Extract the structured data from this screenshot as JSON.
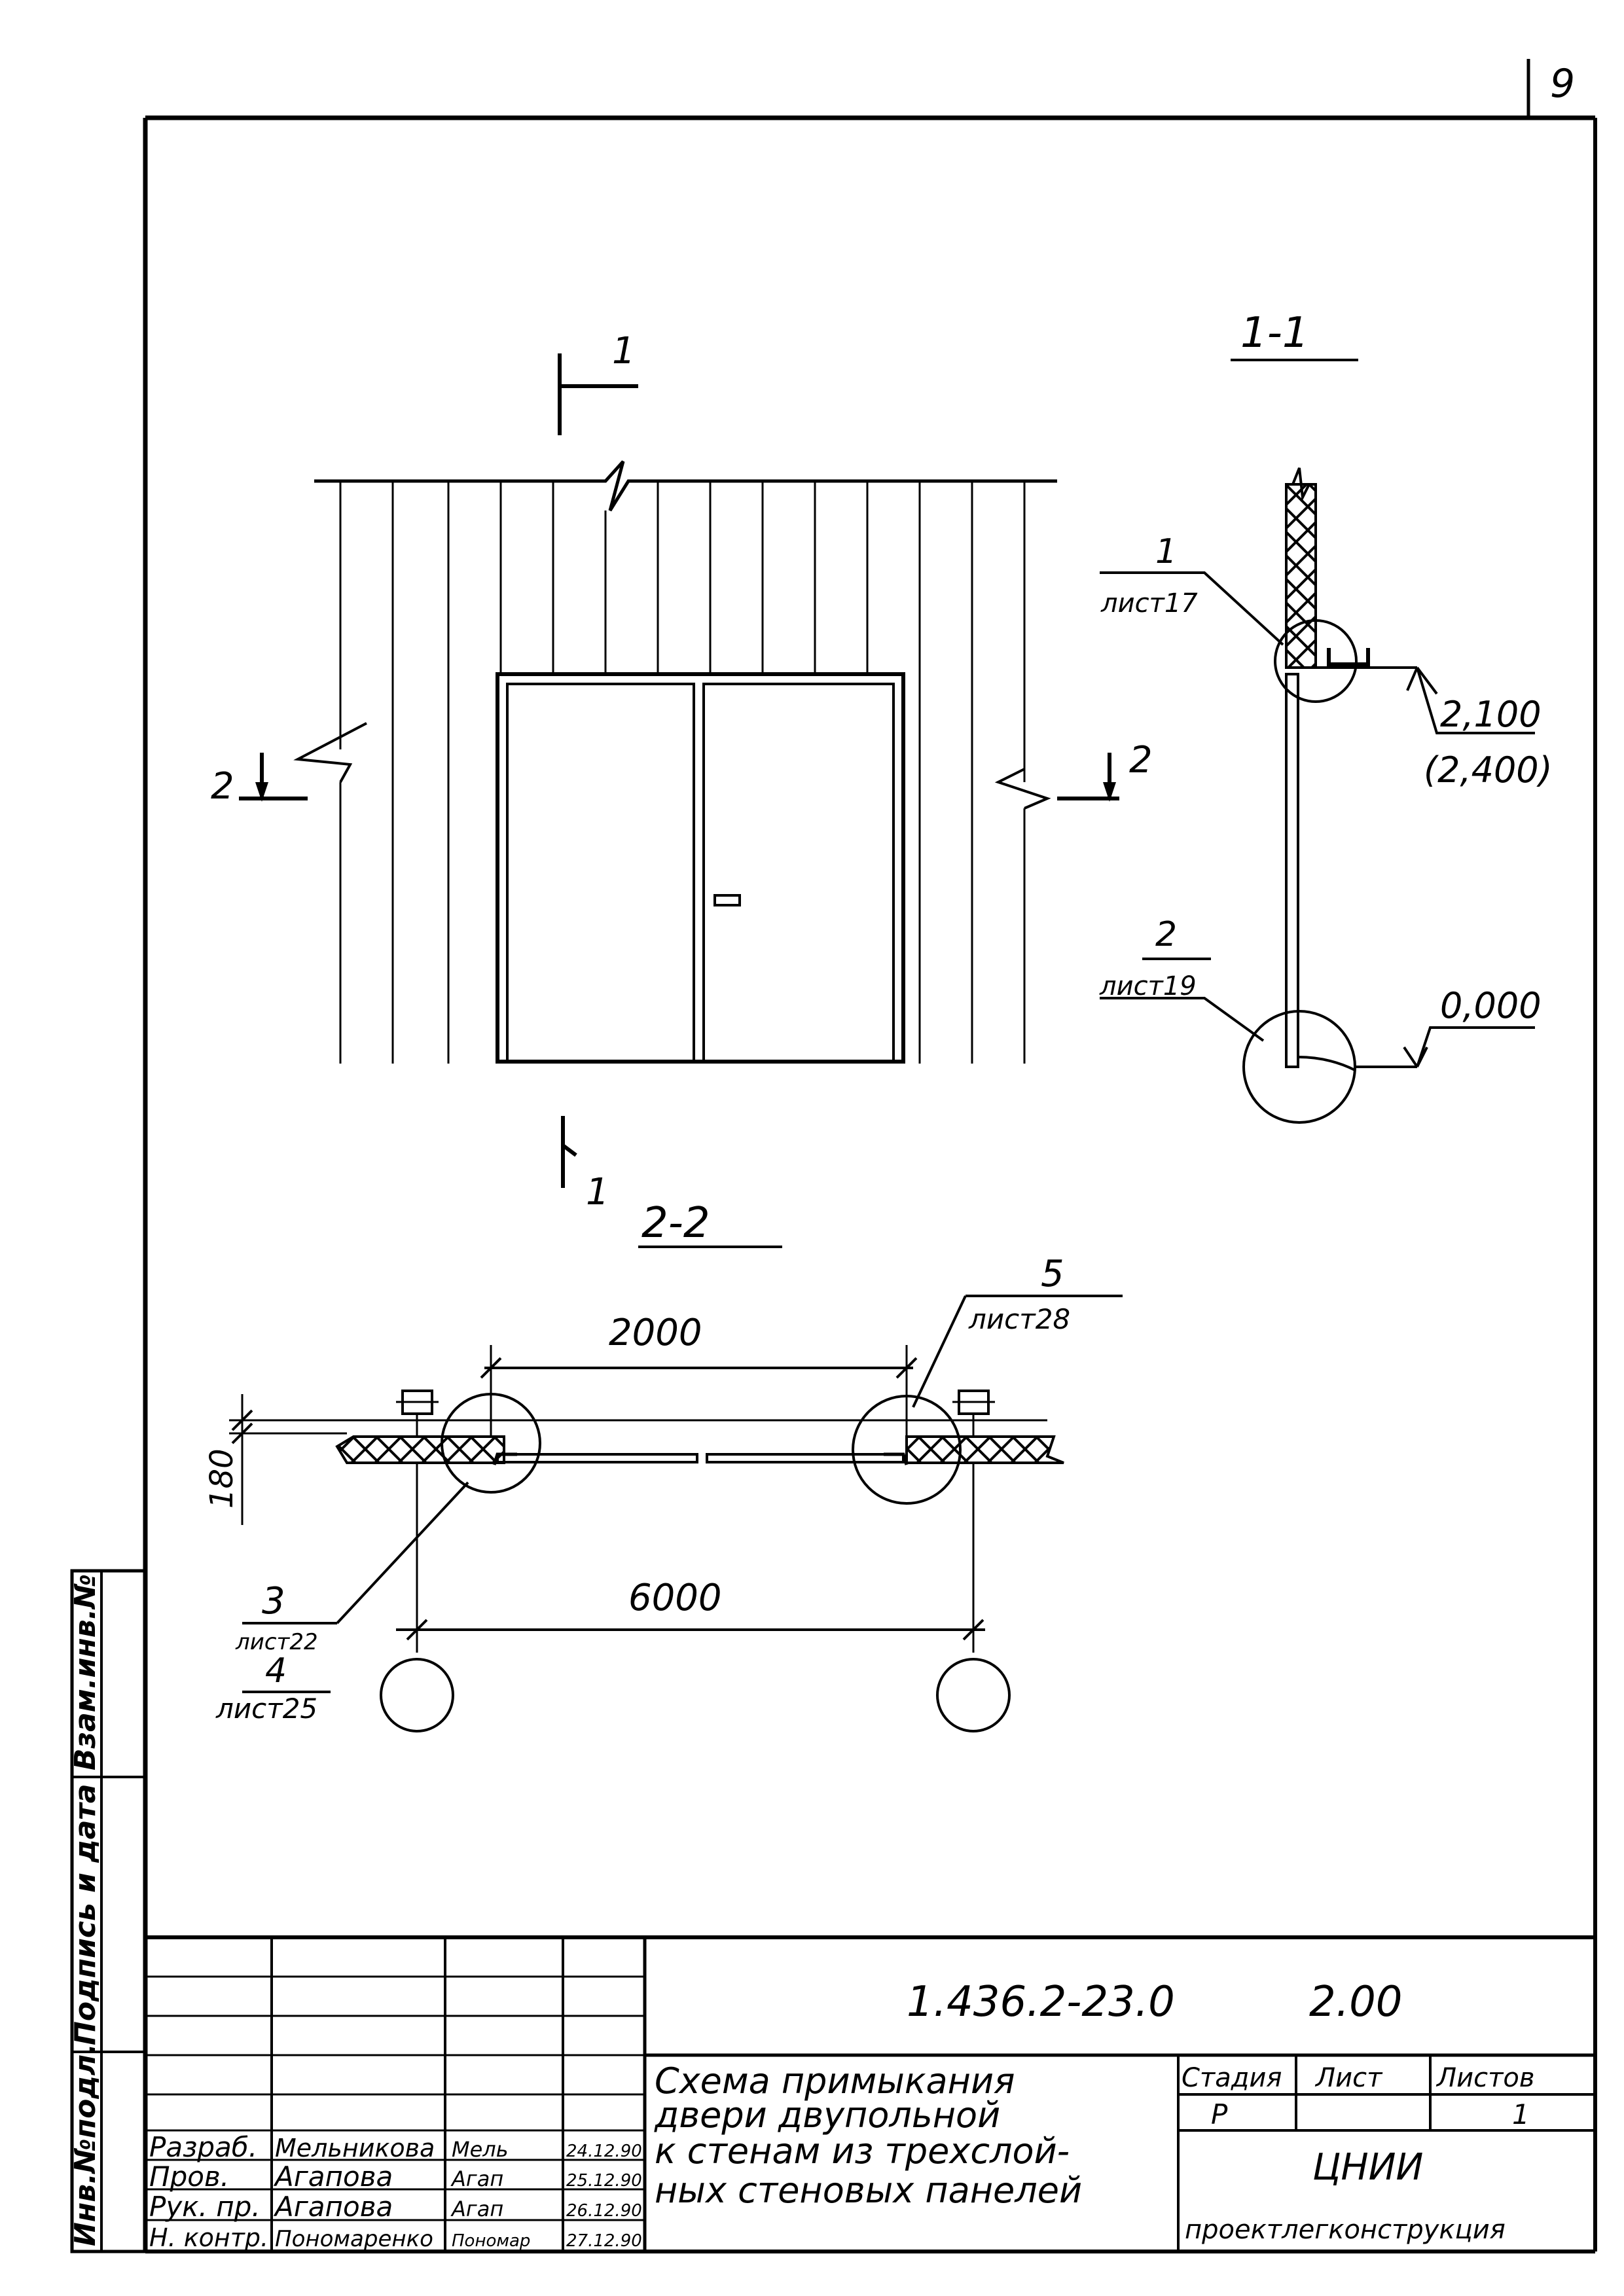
{
  "page_number": "9",
  "section_1_1": {
    "title": "1-1",
    "callout_top": {
      "number": "1",
      "sheet": "лист17"
    },
    "callout_bottom": {
      "number": "2",
      "sheet": "лист19"
    },
    "level_door": "2,100",
    "level_door_alt": "(2,400)",
    "level_floor": "0,000"
  },
  "elevation": {
    "cut_1_top": "1",
    "cut_1_bottom": "1",
    "cut_2_left": "2",
    "cut_2_right": "2"
  },
  "section_2_2": {
    "title": "2-2",
    "dim_opening": "2000",
    "dim_axes": "6000",
    "dim_thickness": "180",
    "callout_5": {
      "number": "5",
      "sheet": "лист28"
    },
    "callout_3": {
      "number": "3",
      "sheet": "лист22"
    },
    "callout_4": {
      "number": "4",
      "sheet": "лист25"
    }
  },
  "side_stamp": {
    "col1": "Взам.инв.№",
    "col2": "Подпись и дата",
    "col3": "Инв.№подл."
  },
  "title_block": {
    "designation": "1.436.2-23.0",
    "sheet_code": "2.00",
    "title_lines": [
      "Схема примыкания",
      "двери двупольной",
      "к стенам из трехслой-",
      "ных стеновых панелей"
    ],
    "stage_label": "Стадия",
    "sheet_label": "Лист",
    "sheets_label": "Листов",
    "stage_value": "Р",
    "sheets_value": "1",
    "org_1": "ЦНИИ",
    "org_2": "проектлегконструкция",
    "people": [
      {
        "role": "Разраб.",
        "name": "Мельникова",
        "sign": "Мель",
        "date": "24.12.90"
      },
      {
        "role": "Пров.",
        "name": "Агапова",
        "sign": "Агап",
        "date": "25.12.90"
      },
      {
        "role": "Рук. пр.",
        "name": "Агапова",
        "sign": "Агап",
        "date": "26.12.90"
      },
      {
        "role": "Н. контр.",
        "name": "Пономаренко",
        "sign": "Пономар",
        "date": "27.12.90"
      }
    ]
  }
}
